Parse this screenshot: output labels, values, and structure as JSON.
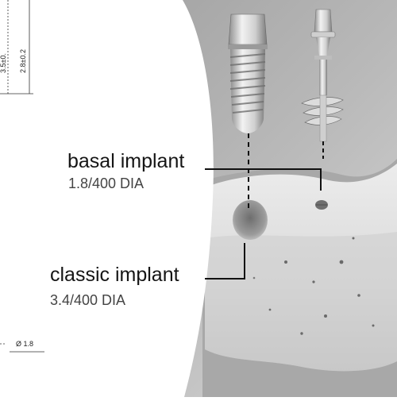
{
  "labels": {
    "basal_title": "basal implant",
    "basal_sub": "1.8/400 DIA",
    "classic_title": "classic implant",
    "classic_sub": "3.4/400 DIA"
  },
  "dimensions": {
    "top_left_partial": "3.5±0.",
    "height": "2.8±0.2",
    "diameter": "Ø 1.8"
  },
  "colors": {
    "background_left": "#ffffff",
    "background_right": "#bdbdbd",
    "line": "#111111"
  }
}
